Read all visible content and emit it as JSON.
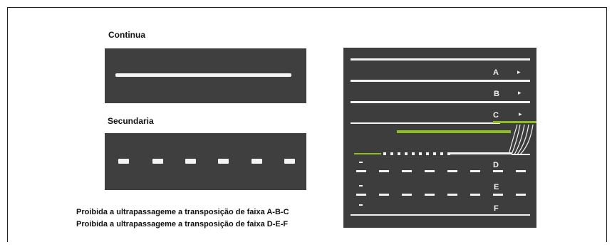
{
  "labels": {
    "continua": "Continua",
    "secundaria": "Secundaria"
  },
  "notes": [
    "Proibida a ultrapassageme a transposição de faixa A-B-C",
    "Proibida a ultrapassageme a transposição de faixa D-E-F"
  ],
  "diagram": {
    "lane_letters_top": [
      "A",
      "B",
      "C"
    ],
    "lane_letters_bottom": [
      "D",
      "E",
      "F"
    ],
    "arrow_glyph": "▸"
  },
  "colors": {
    "road": "#3f3f3f",
    "marking": "#f4f4f4",
    "green_marking": "#8dbf1f"
  }
}
